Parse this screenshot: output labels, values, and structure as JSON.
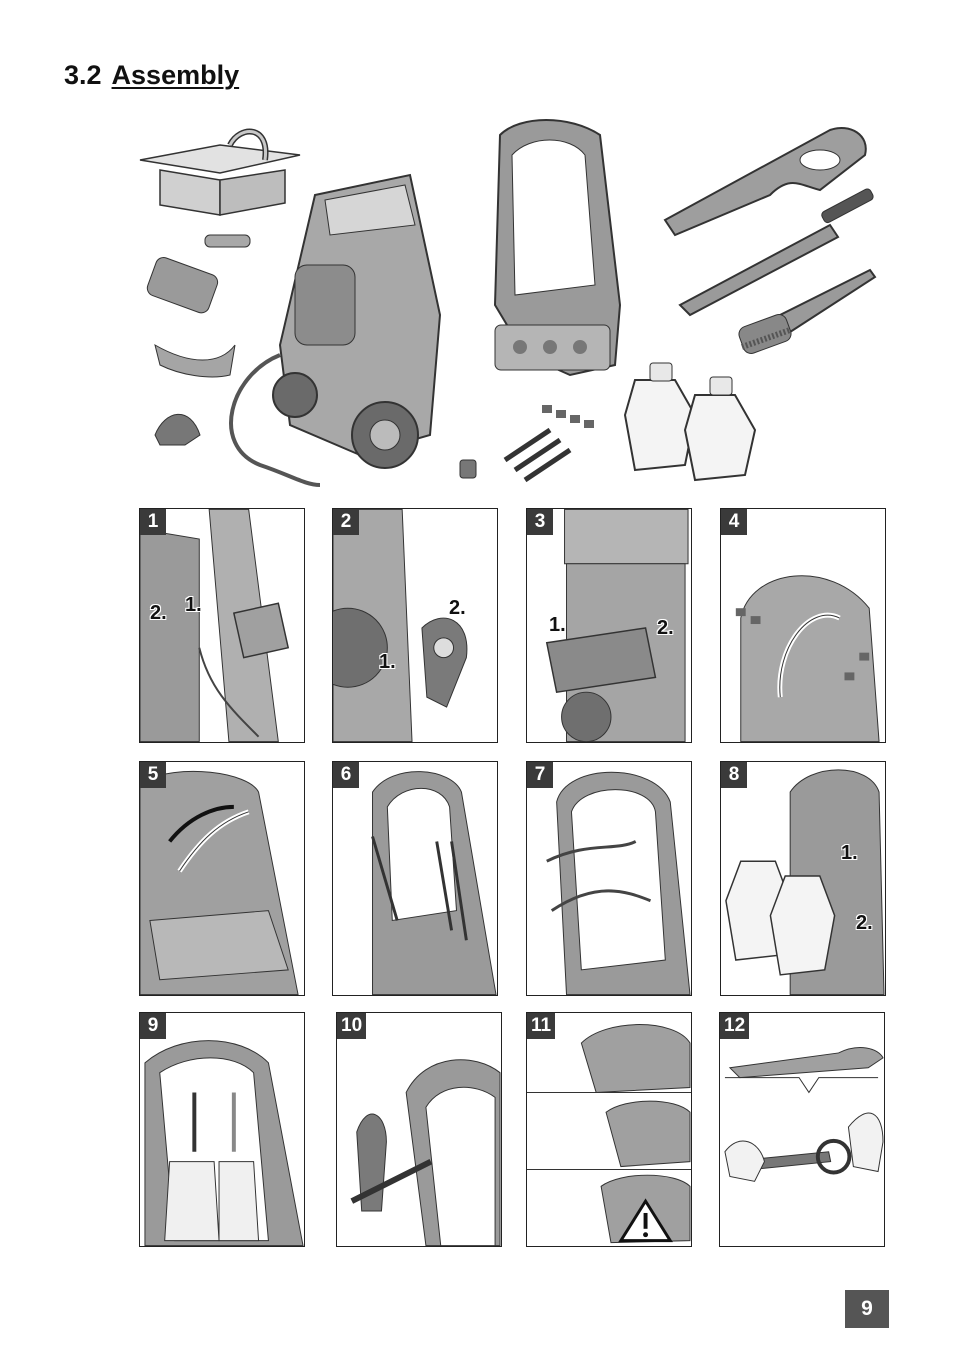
{
  "section": {
    "number": "3.2",
    "title": "Assembly"
  },
  "steps": [
    {
      "number": "1",
      "labels": [
        "2.",
        "1."
      ]
    },
    {
      "number": "2",
      "labels": [
        "2.",
        "1."
      ]
    },
    {
      "number": "3",
      "labels": [
        "1.",
        "2."
      ]
    },
    {
      "number": "4",
      "labels": []
    },
    {
      "number": "5",
      "labels": []
    },
    {
      "number": "6",
      "labels": []
    },
    {
      "number": "7",
      "labels": []
    },
    {
      "number": "8",
      "labels": [
        "1.",
        "2."
      ]
    },
    {
      "number": "9",
      "labels": []
    },
    {
      "number": "10",
      "labels": []
    },
    {
      "number": "11",
      "labels": []
    },
    {
      "number": "12",
      "labels": []
    }
  ],
  "page_number": "9",
  "colors": {
    "part_dark": "#7a7a7a",
    "part_mid": "#a8a8a8",
    "part_light": "#d4d4d4",
    "badge": "#3a3a3a"
  },
  "icons": [
    "box-icon",
    "pressure-washer-icon",
    "trolley-frame-icon",
    "spray-gun-icon",
    "lance-icon",
    "brush-icon",
    "detergent-bottle-icon",
    "screws-icon",
    "warning-icon"
  ]
}
